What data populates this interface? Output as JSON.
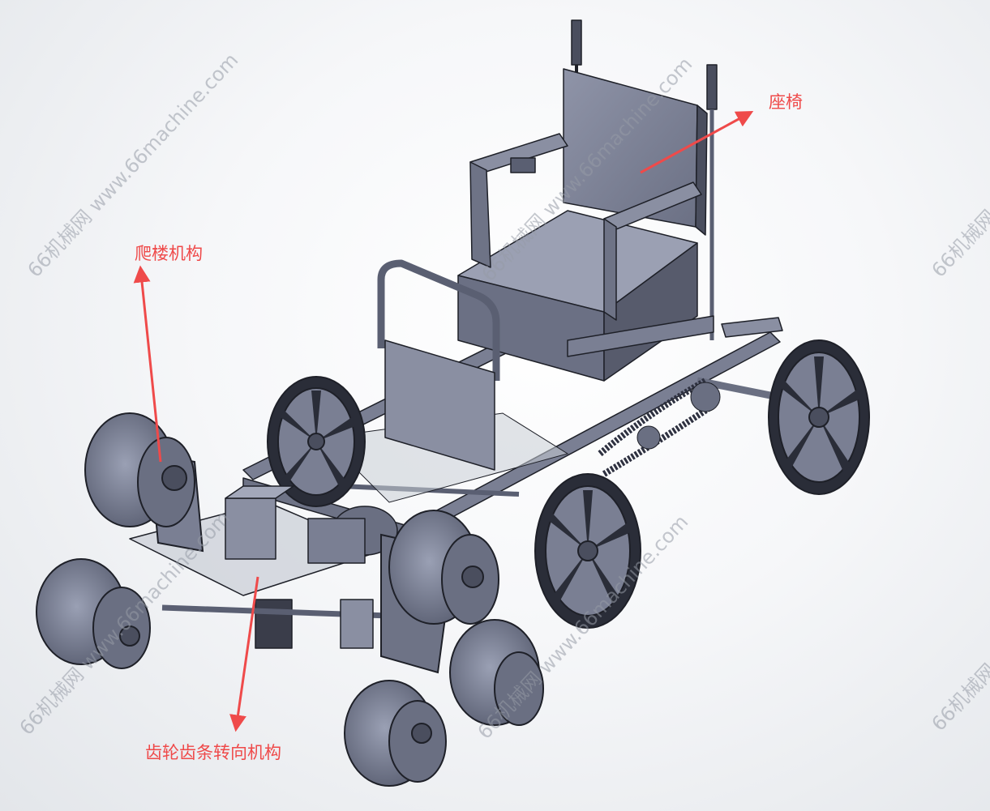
{
  "labels": {
    "seat": "座椅",
    "climb": "爬楼机构",
    "steer": "齿轮齿条转向机构"
  },
  "watermark": {
    "text": "66机械网 www.66machine.com",
    "partial": "66机械网"
  },
  "colors": {
    "annotation": "#ef4a4a",
    "metal": "#7a7f93",
    "metal_dark": "#4a4e5e",
    "metal_light": "#9a9fb2",
    "outline": "#1e2028"
  }
}
